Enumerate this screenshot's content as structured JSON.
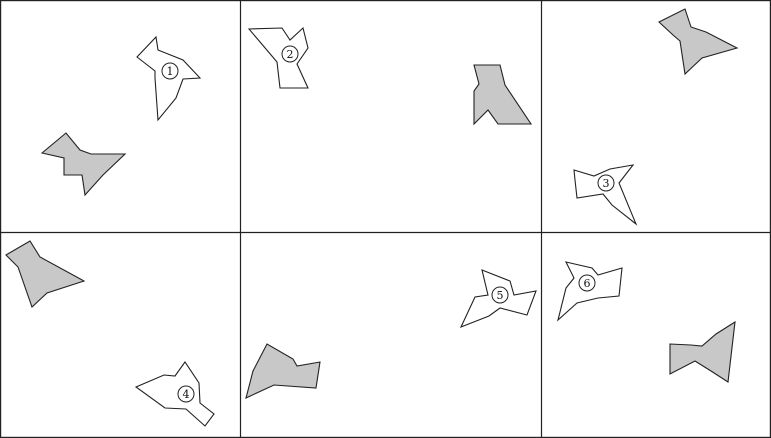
{
  "panels": [
    {
      "label": "1"
    },
    {
      "label": "2"
    },
    {
      "label": "3"
    },
    {
      "label": "4"
    },
    {
      "label": "5"
    },
    {
      "label": "6"
    }
  ],
  "colors": {
    "shaded_fill": "#c8c8c8",
    "outline_fill": "#ffffff",
    "stroke": "#222222"
  }
}
